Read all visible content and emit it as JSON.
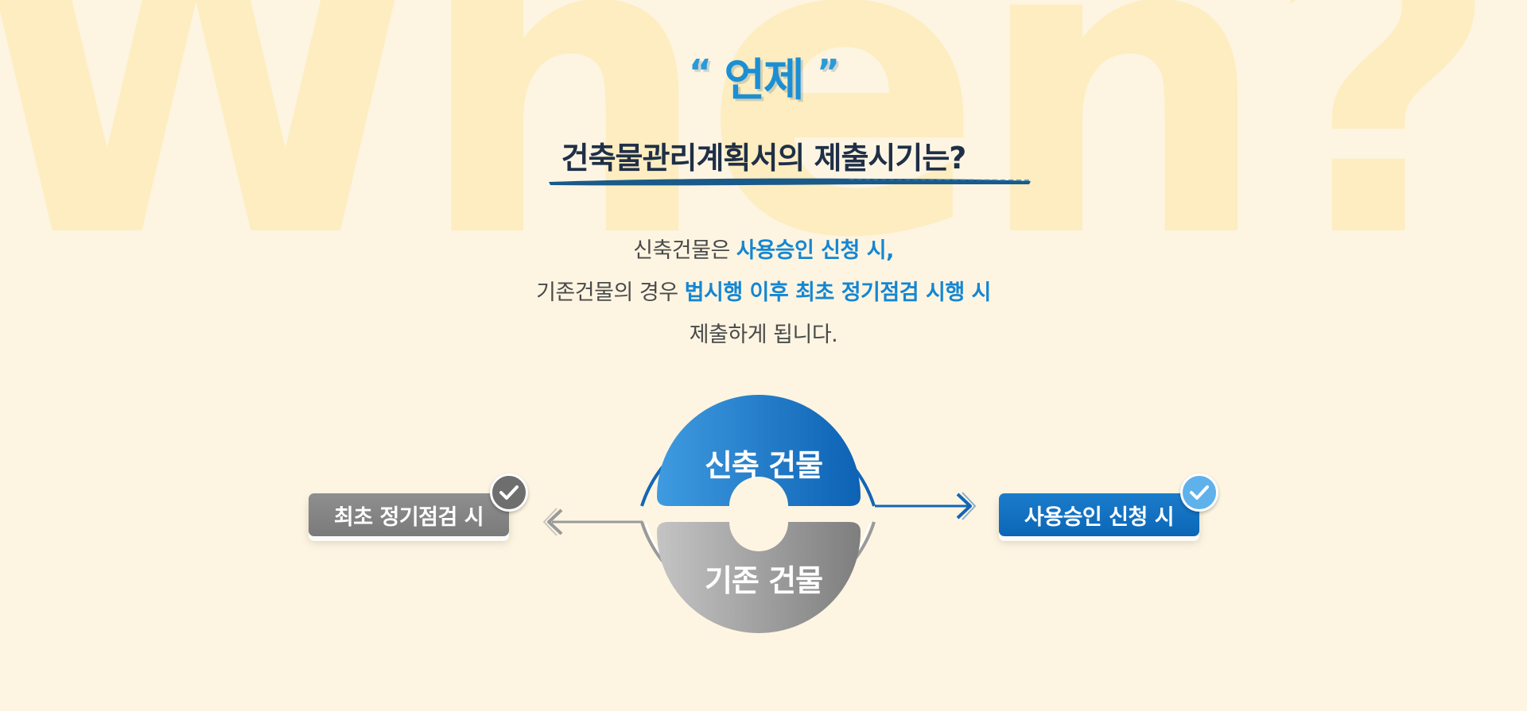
{
  "background": {
    "word": "When?",
    "color": "#fdedc0"
  },
  "header": {
    "open_quote": "“",
    "keyword": "언제",
    "close_quote": "”",
    "subtitle": "건축물관리계획서의 제출시기는?"
  },
  "description": {
    "line1": {
      "prefix": "신축건물은 ",
      "highlight": "사용승인 신청 시,"
    },
    "line2": {
      "prefix": "기존건물의 경우 ",
      "highlight": "법시행 이후 최초 정기점검 시행 시"
    },
    "line3": "제출하게 됩니다."
  },
  "diagram": {
    "top_half": "신축 건물",
    "bottom_half": "기존 건물",
    "left_result": "최초 정기점검 시",
    "right_result": "사용승인 신청 시",
    "colors": {
      "blue": "#0f6fc2",
      "gray": "#8c8c8c",
      "highlight": "#1586d1"
    }
  }
}
